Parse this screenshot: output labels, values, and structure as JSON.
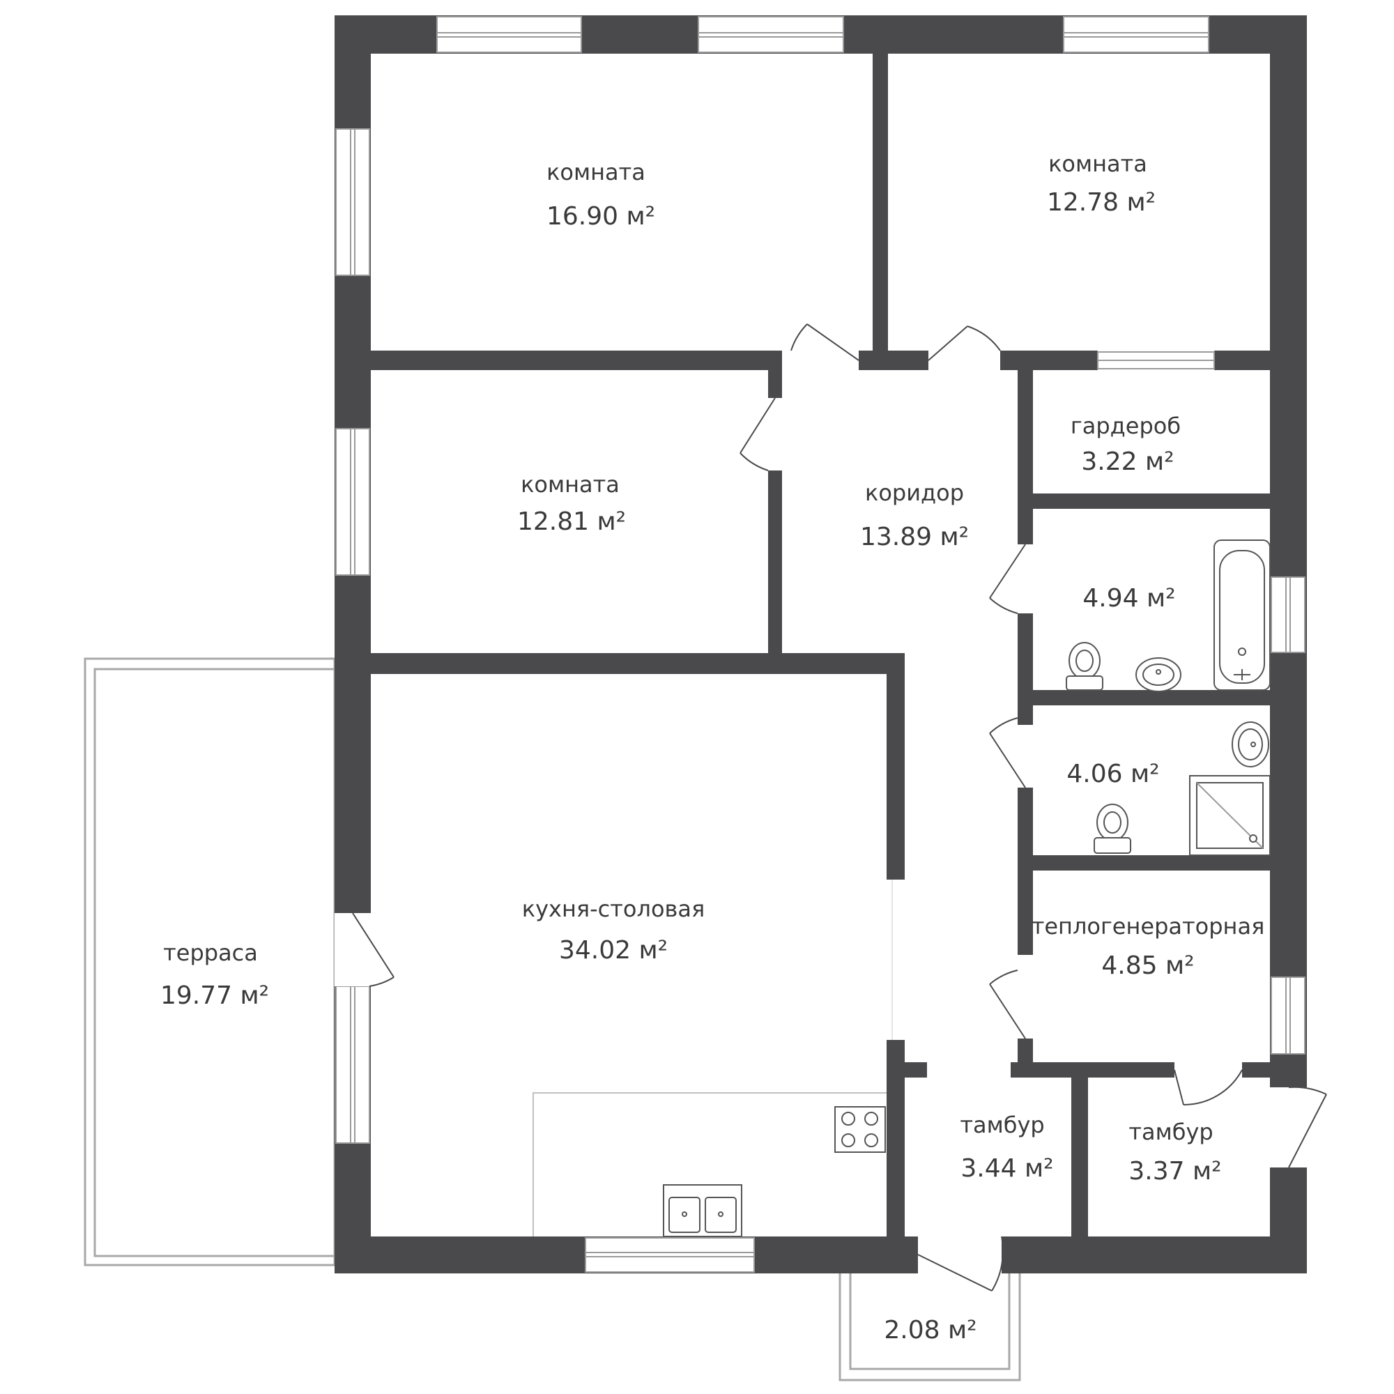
{
  "colors": {
    "wall": "#4a4a4d",
    "window": "#ffffff",
    "line": "#9a9a9a",
    "text": "#3a3a3a"
  },
  "rooms": {
    "room_16_90": {
      "name": "комната",
      "area": "16.90 м²"
    },
    "room_12_78": {
      "name": "комната",
      "area": "12.78 м²"
    },
    "room_12_81": {
      "name": "комната",
      "area": "12.81 м²"
    },
    "corridor": {
      "name": "коридор",
      "area": "13.89 м²"
    },
    "wardrobe": {
      "name": "гардероб",
      "area": "3.22 м²"
    },
    "bathroom": {
      "name": "",
      "area": "4.94 м²"
    },
    "shower_room": {
      "name": "",
      "area": "4.06 м²"
    },
    "kitchen_dining": {
      "name": "кухня-столовая",
      "area": "34.02 м²"
    },
    "boiler_room": {
      "name": "теплогенераторная",
      "area": "4.85 м²"
    },
    "vestibule_1": {
      "name": "тамбур",
      "area": "3.44 м²"
    },
    "vestibule_2": {
      "name": "тамбур",
      "area": "3.37 м²"
    },
    "terrace": {
      "name": "терраса",
      "area": "19.77 м²"
    },
    "porch": {
      "name": "",
      "area": "2.08 м²"
    }
  },
  "fixtures": [
    "bathtub-icon",
    "toilet-icon",
    "washbasin-icon",
    "shower-tray-icon",
    "stove-icon",
    "kitchen-sink-icon"
  ]
}
